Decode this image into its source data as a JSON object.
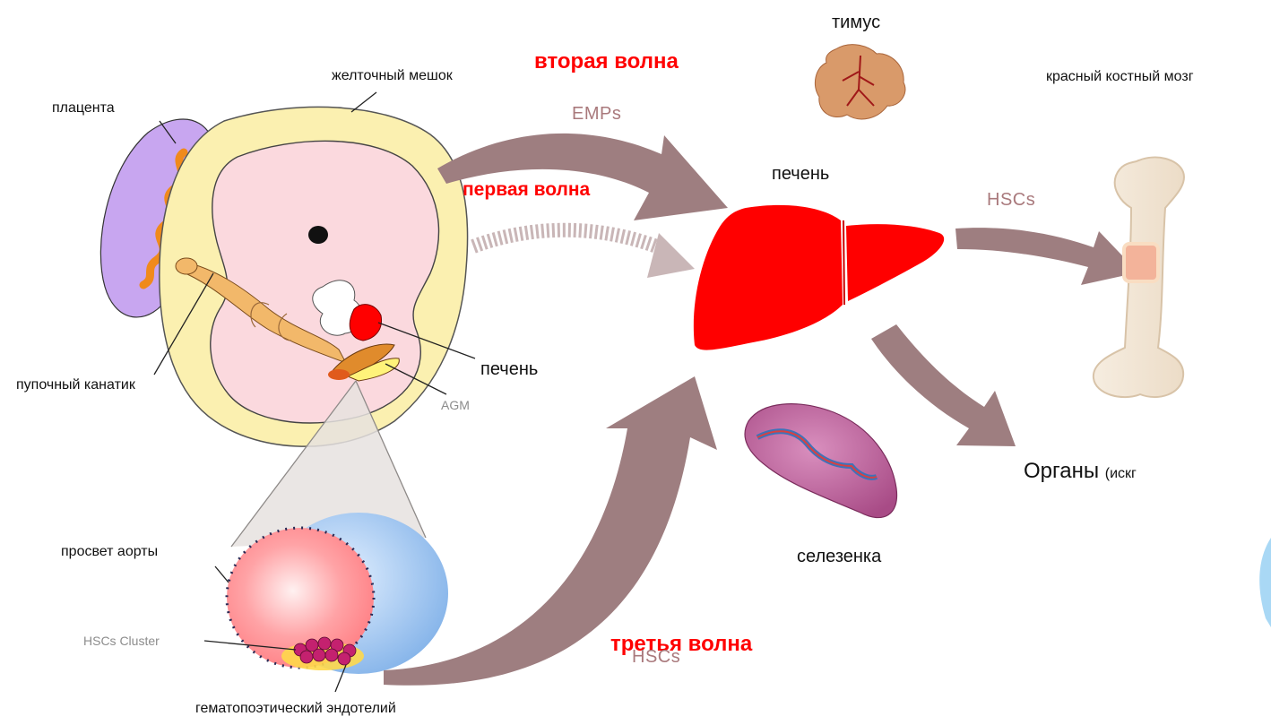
{
  "labels": {
    "placenta": "плацента",
    "yolk_sac": "желточный мешок",
    "umbilical_cord": "пупочный канатик",
    "liver_embryo": "печень",
    "agm": "AGM",
    "aorta_lumen": "просвет аорты",
    "hsc_cluster": "HSCs Cluster",
    "hemogenic_endothelium": "гематопоэтический эндотелий",
    "thymus": "тимус",
    "liver": "печень",
    "red_bone_marrow": "красный костный мозг",
    "spleen": "селезенка",
    "organs_main": "Органы",
    "organs_sub": "(искг"
  },
  "waves": {
    "second": "вторая волна",
    "first": "первая волна",
    "third": "третья волна"
  },
  "arrow_labels": {
    "emps": "EMPs",
    "hscs_bone": "HSCs",
    "hscs_third": "HSCs"
  },
  "colors": {
    "wave_label": "#ff0000",
    "arrow": "#9e7e80",
    "liver": "#ff0000",
    "yolk_sac": "#fbf1b3",
    "embryo": "#fbd9de",
    "placenta": "#c7a5f0",
    "aorta": "#ff8f90",
    "aorta_outer": "#8fb9ea"
  }
}
